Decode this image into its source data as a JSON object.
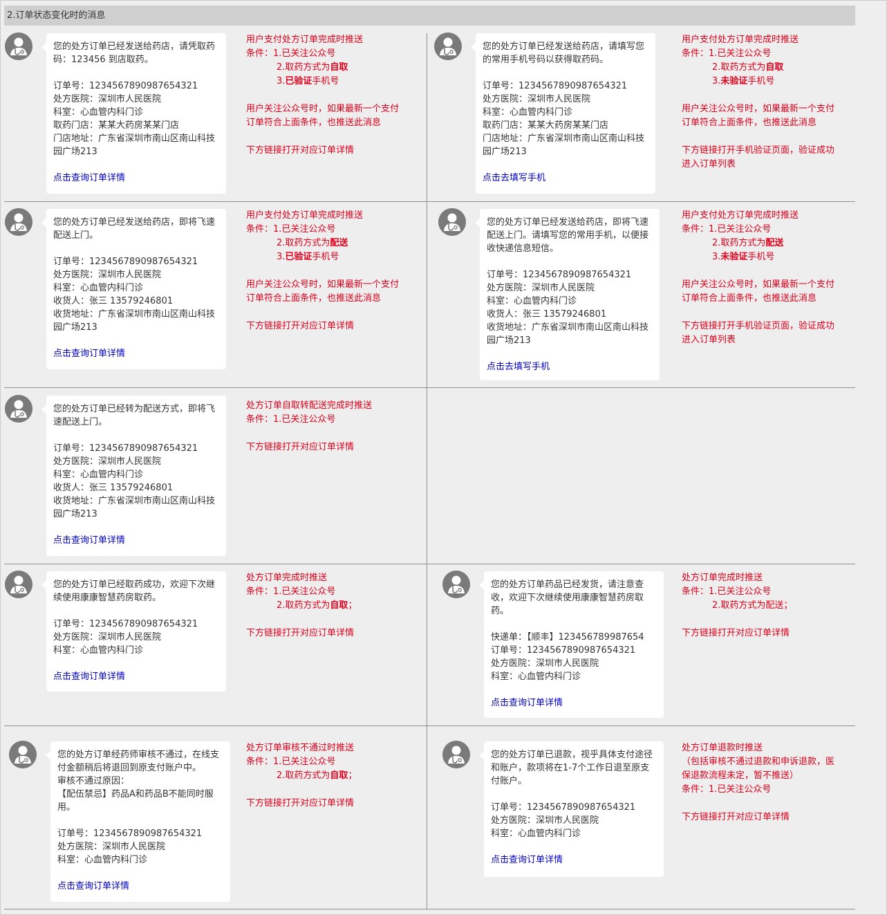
{
  "header": {
    "title": "2.订单状态变化时的消息"
  },
  "colors": {
    "note": "#e0001b",
    "link": "#0000cc",
    "avatar": "#7a7a7a",
    "header_bg": "#cfcfcf",
    "page_bg": "#eeeeee"
  },
  "cells": [
    {
      "msg": [
        "您的处方订单已经发送给药店，请凭取药",
        "码：123456 到店取药。",
        "",
        "订单号：1234567890987654321",
        "处方医院：深圳市人民医院",
        "科室：心血管内科门诊",
        "取药门店：某某大药房某某门店",
        "门店地址：广东省深圳市南山区南山科技",
        "园广场213",
        ""
      ],
      "link": "点击查询订单详情",
      "notes": [
        {
          "t": "用户支付处方订单完成时推送"
        },
        {
          "t": "条件：1.已关注公众号"
        },
        {
          "i": true,
          "t": "2.取药方式为",
          "b": "自取"
        },
        {
          "i": true,
          "t": "3.",
          "b": "已验证",
          "s": "手机号"
        },
        {
          "g": true
        },
        {
          "t": "用户关注公众号时，如果最新一个支付"
        },
        {
          "t": "订单符合上面条件，也推送此消息"
        },
        {
          "g": true
        },
        {
          "t": "下方链接打开对应订单详情"
        }
      ]
    },
    {
      "msg": [
        "您的处方订单已经发送给药店，请填写您",
        "的常用手机号码以获得取药码。",
        "",
        "订单号：1234567890987654321",
        "处方医院：深圳市人民医院",
        "科室：心血管内科门诊",
        "取药门店：某某大药房某某门店",
        "门店地址：广东省深圳市南山区南山科技",
        "园广场213",
        ""
      ],
      "link": "点击去填写手机",
      "notes": [
        {
          "t": "用户支付处方订单完成时推送"
        },
        {
          "t": "条件：1.已关注公众号"
        },
        {
          "i": true,
          "t": "2.取药方式为",
          "b": "自取"
        },
        {
          "i": true,
          "t": "3.",
          "b": "未验证",
          "s": "手机号"
        },
        {
          "g": true
        },
        {
          "t": "用户关注公众号时，如果最新一个支付"
        },
        {
          "t": "订单符合上面条件，也推送此消息"
        },
        {
          "g": true
        },
        {
          "t": "下方链接打开手机验证页面，验证成功"
        },
        {
          "t": "进入订单列表"
        }
      ]
    },
    {
      "msg": [
        "您的处方订单已经发送给药店，即将飞速",
        "配送上门。",
        "",
        "订单号：1234567890987654321",
        "处方医院：深圳市人民医院",
        "科室：心血管内科门诊",
        "收货人：张三 13579246801",
        "收货地址：广东省深圳市南山区南山科技",
        "园广场213",
        ""
      ],
      "link": "点击查询订单详情",
      "notes": [
        {
          "t": "用户支付处方订单完成时推送"
        },
        {
          "t": "条件：1.已关注公众号"
        },
        {
          "i": true,
          "t": "2.取药方式为",
          "b": "配送"
        },
        {
          "i": true,
          "t": "3.",
          "b": "已验证",
          "s": "手机号"
        },
        {
          "g": true
        },
        {
          "t": "用户关注公众号时，如果最新一个支付"
        },
        {
          "t": "订单符合上面条件，也推送此消息"
        },
        {
          "g": true
        },
        {
          "t": "下方链接打开对应订单详情"
        }
      ]
    },
    {
      "msg": [
        "您的处方订单已经发送给药店，即将飞速",
        "配送上门。请填写您的常用手机，以便接",
        "收快递信息短信。",
        "",
        "订单号：1234567890987654321",
        "处方医院：深圳市人民医院",
        "科室：心血管内科门诊",
        "收货人：张三 13579246801",
        "收货地址：广东省深圳市南山区南山科技",
        "园广场213",
        ""
      ],
      "link": "点击去填写手机",
      "notes": [
        {
          "t": "用户支付处方订单完成时推送"
        },
        {
          "t": "条件：1.已关注公众号"
        },
        {
          "i": true,
          "t": "2.取药方式为",
          "b": "配送"
        },
        {
          "i": true,
          "t": "3.",
          "b": "未验证",
          "s": "手机号"
        },
        {
          "g": true
        },
        {
          "t": "用户关注公众号时，如果最新一个支付"
        },
        {
          "t": "订单符合上面条件，也推送此消息"
        },
        {
          "g": true
        },
        {
          "t": "下方链接打开手机验证页面，验证成功"
        },
        {
          "t": "进入订单列表"
        }
      ]
    },
    {
      "msg": [
        "您的处方订单已经转为配送方式，即将飞",
        "速配送上门。",
        "",
        "订单号：1234567890987654321",
        "处方医院：深圳市人民医院",
        "科室：心血管内科门诊",
        "收货人：张三 13579246801",
        "收货地址：广东省深圳市南山区南山科技",
        "园广场213",
        ""
      ],
      "link": "点击查询订单详情",
      "notes": [
        {
          "t": "处方订单自取转配送完成时推送"
        },
        {
          "t": "条件：1.已关注公众号"
        },
        {
          "g": true
        },
        {
          "t": "下方链接打开对应订单详情"
        }
      ]
    },
    {
      "msg": [
        "您的处方订单已经取药成功，欢迎下次继",
        "续使用康康智慧药房取药。",
        "",
        "订单号：1234567890987654321",
        "处方医院：深圳市人民医院",
        "科室：心血管内科门诊",
        ""
      ],
      "link": "点击查询订单详情",
      "notes": [
        {
          "t": "处方订单完成时推送"
        },
        {
          "t": "条件：1.已关注公众号"
        },
        {
          "i": true,
          "t": "2.取药方式为",
          "b": "自取",
          "s": "；"
        },
        {
          "g": true
        },
        {
          "t": "下方链接打开对应订单详情"
        }
      ]
    },
    {
      "msg": [
        "您的处方订单药品已经发货，请注意查",
        "收，欢迎下次继续使用康康智慧药房取",
        "药。",
        "",
        "快递单：【顺丰】123456789987654",
        "订单号：1234567890987654321",
        "处方医院：深圳市人民医院",
        "科室：心血管内科门诊",
        ""
      ],
      "link": "点击查询订单详情",
      "notes": [
        {
          "t": "处方订单完成时推送"
        },
        {
          "t": "条件：1.已关注公众号"
        },
        {
          "i": true,
          "t": "2.取药方式为配送；"
        },
        {
          "g": true
        },
        {
          "t": "下方链接打开对应订单详情"
        }
      ]
    },
    {
      "msg": [
        "您的处方订单经药师审核不通过，在线支",
        "付金额稍后将退回到原支付账户中。",
        "审核不通过原因：",
        "【配伍禁忌】药品A和药品B不能同时服",
        "用。",
        "",
        "订单号：1234567890987654321",
        "处方医院：深圳市人民医院",
        "科室：心血管内科门诊",
        ""
      ],
      "link": "点击查询订单详情",
      "notes": [
        {
          "t": "处方订单审核不通过时推送"
        },
        {
          "t": "条件：1.已关注公众号"
        },
        {
          "i": true,
          "t": "2.取药方式为",
          "b": "自取",
          "s": "；"
        },
        {
          "g": true
        },
        {
          "t": "下方链接打开对应订单详情"
        }
      ]
    },
    {
      "msg": [
        "您的处方订单已退款，视乎具体支付途径",
        "和账户，款项将在1-7个工作日退至原支",
        "付账户。",
        "",
        "订单号：1234567890987654321",
        "处方医院：深圳市人民医院",
        "科室：心血管内科门诊",
        ""
      ],
      "link": "点击查询订单详情",
      "notes": [
        {
          "t": "处方订单退款时推送"
        },
        {
          "t": "（包括审核不通过退款和申诉退款，医"
        },
        {
          "t": "保退款流程未定，暂不推送）"
        },
        {
          "t": "条件：1.已关注公众号"
        },
        {
          "g": true
        },
        {
          "t": "下方链接打开对应订单详情"
        }
      ]
    }
  ]
}
